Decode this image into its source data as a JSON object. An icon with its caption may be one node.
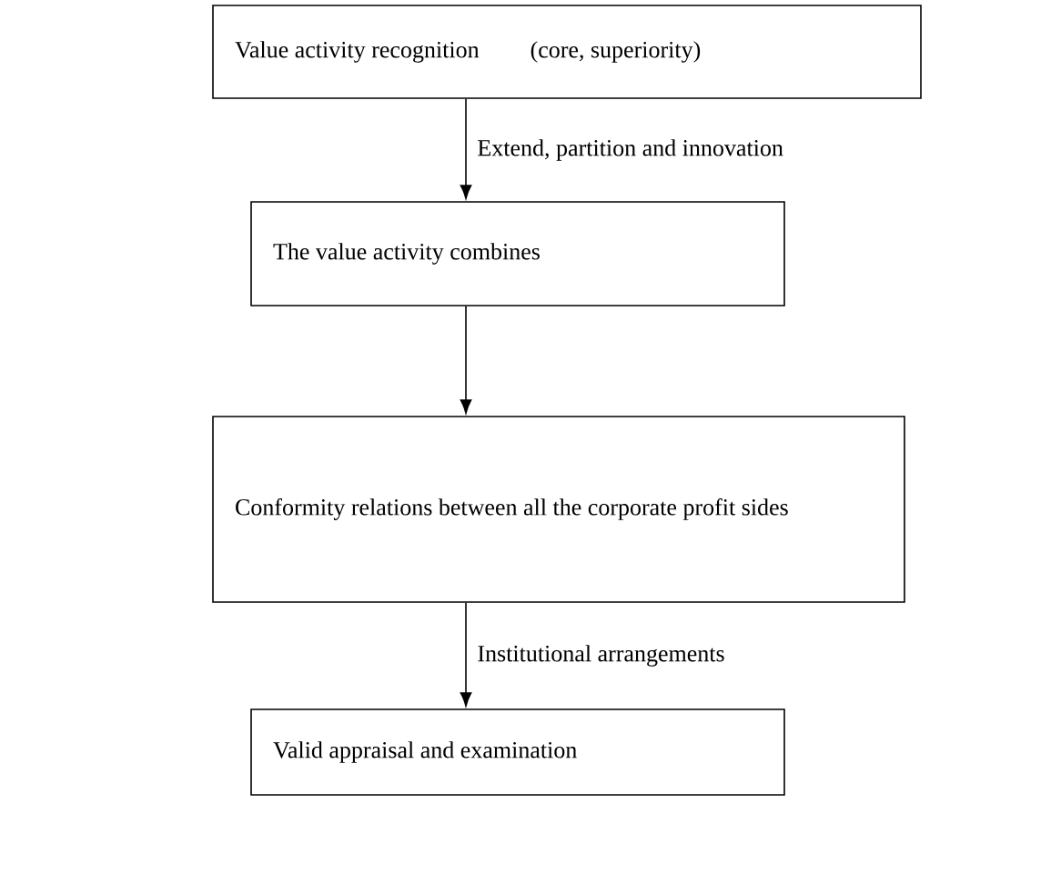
{
  "diagram": {
    "nodes": [
      {
        "text": [
          "Value activity recognition",
          "(core, superiority)"
        ]
      },
      {
        "text": [
          "The value activity combines"
        ]
      },
      {
        "text": [
          "Conformity relations between all the corporate profit sides"
        ]
      },
      {
        "text": [
          "Valid appraisal and examination"
        ]
      }
    ],
    "edges": [
      {
        "from": 0,
        "to": 1,
        "arrow": "to",
        "label": "Extend, partition and innovation"
      },
      {
        "from": 1,
        "to": 2,
        "arrow": "to"
      },
      {
        "from": 2,
        "to": 3,
        "arrow": "to",
        "label": "Institutional arrangements"
      }
    ]
  }
}
